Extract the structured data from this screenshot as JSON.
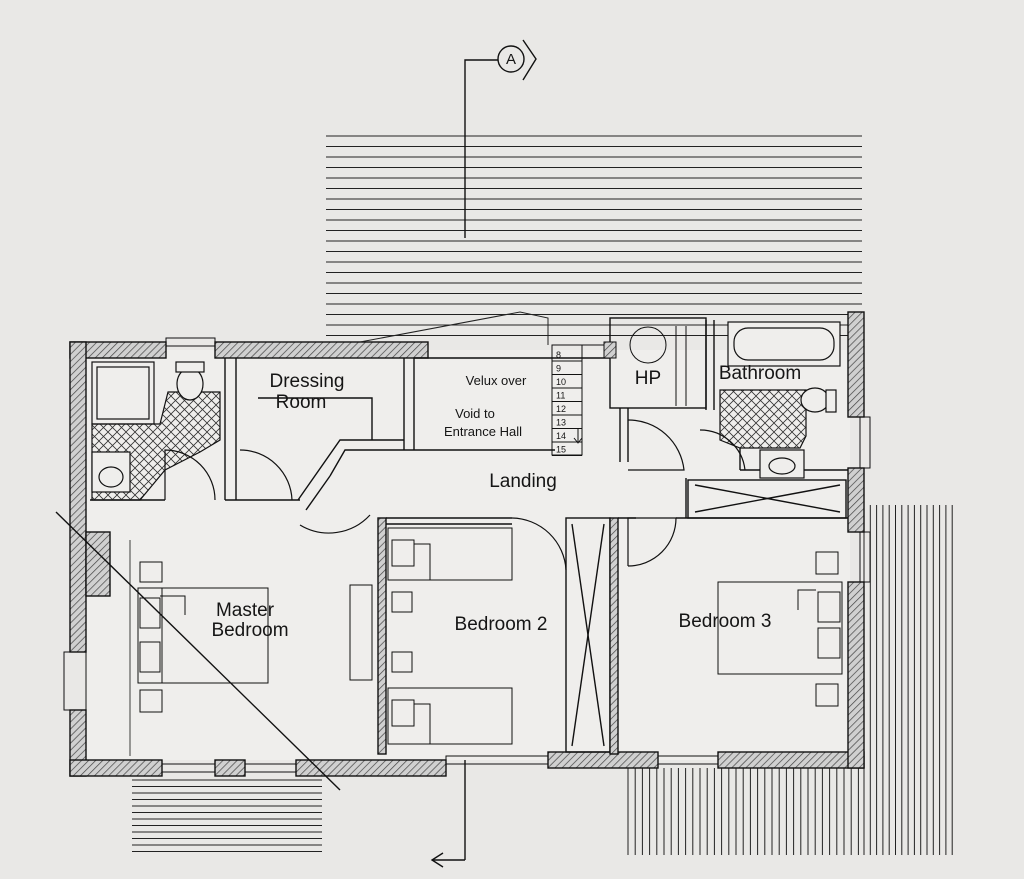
{
  "section_marker": {
    "letter": "A"
  },
  "rooms": {
    "dressing_room": [
      "Dressing",
      "Room"
    ],
    "master_bedroom": [
      "Master",
      "Bedroom"
    ],
    "bedroom_2": "Bedroom 2",
    "bedroom_3": "Bedroom 3",
    "landing": "Landing",
    "hp": "HP",
    "bathroom": "Bathroom"
  },
  "notes": {
    "velux": "Velux over",
    "void": [
      "Void to",
      "Entrance Hall"
    ]
  },
  "stair_numbers": [
    "8",
    "9",
    "10",
    "11",
    "12",
    "13",
    "14",
    "15"
  ],
  "colors": {
    "background": "#e9e8e6",
    "line": "#1a1a1a",
    "wall_fill": "#9a9a9a"
  }
}
